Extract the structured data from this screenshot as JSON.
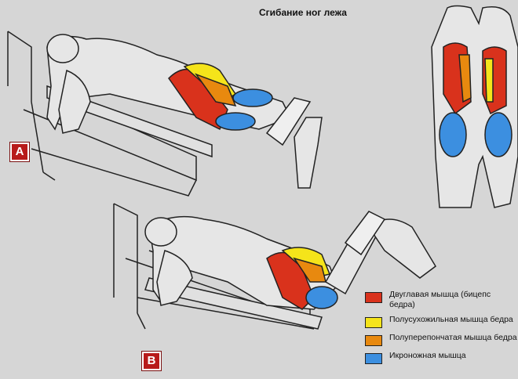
{
  "title": "Сгибание ног лежа",
  "panels": [
    {
      "label": "A"
    },
    {
      "label": "B"
    }
  ],
  "legend": [
    {
      "label": "Двуглавая мышца (бицепс бедра)",
      "color": "#d9321c"
    },
    {
      "label": "Полусухожильная мышца бедра",
      "color": "#f5e41a"
    },
    {
      "label": "Полуперепончатая мышца бедра",
      "color": "#e8890f"
    },
    {
      "label": "Икроножная мышца",
      "color": "#3c8fe0"
    }
  ],
  "colors": {
    "background": "#d6d6d6",
    "badge": "#b81a1a",
    "outline": "#222222"
  }
}
